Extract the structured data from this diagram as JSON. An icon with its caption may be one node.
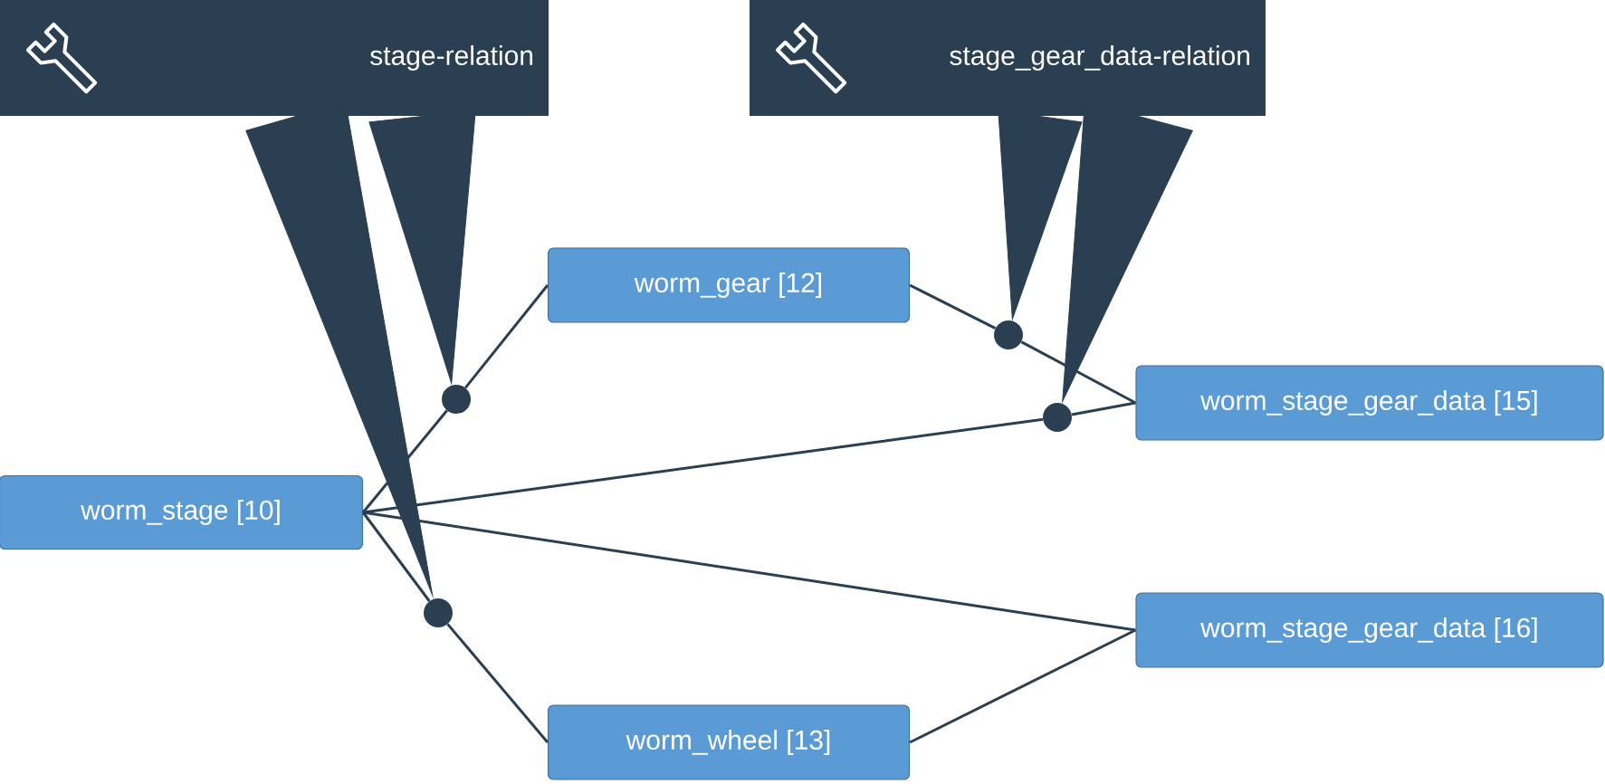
{
  "diagram": {
    "nodes": [
      {
        "text": [
          "stage-relation"
        ]
      },
      {
        "text": [
          "stage_gear_data-relation"
        ]
      },
      {
        "text": [
          "worm_gear [12]"
        ]
      },
      {
        "text": [],
        "shape": "circle"
      },
      {
        "text": [],
        "shape": "circle"
      },
      {
        "text": [],
        "shape": "circle"
      },
      {
        "text": [
          "worm_stage_gear_data [15]"
        ]
      },
      {
        "text": [
          "worm_stage [10]"
        ]
      },
      {
        "text": [],
        "shape": "circle"
      },
      {
        "text": [
          "worm_stage_gear_data [16]"
        ]
      },
      {
        "text": [
          "worm_wheel [13]"
        ]
      }
    ],
    "edges": [
      {
        "from": 7,
        "to": 3,
        "arrow": "none"
      },
      {
        "from": 3,
        "to": 2,
        "arrow": "none"
      },
      {
        "from": 7,
        "to": 8,
        "arrow": "none"
      },
      {
        "from": 8,
        "to": 10,
        "arrow": "none"
      },
      {
        "from": 7,
        "to": 5,
        "arrow": "none"
      },
      {
        "from": 5,
        "to": 6,
        "arrow": "none"
      },
      {
        "from": 7,
        "to": 9,
        "arrow": "none"
      },
      {
        "from": 2,
        "to": 4,
        "arrow": "none"
      },
      {
        "from": 4,
        "to": 6,
        "arrow": "none"
      },
      {
        "from": 10,
        "to": 9,
        "arrow": "none"
      },
      {
        "from": 0,
        "to": 3,
        "arrow": "to",
        "style": "thick"
      },
      {
        "from": 0,
        "to": 8,
        "arrow": "to",
        "style": "thick"
      },
      {
        "from": 1,
        "to": 4,
        "arrow": "to",
        "style": "thick"
      },
      {
        "from": 1,
        "to": 5,
        "arrow": "to",
        "style": "thick"
      }
    ]
  }
}
